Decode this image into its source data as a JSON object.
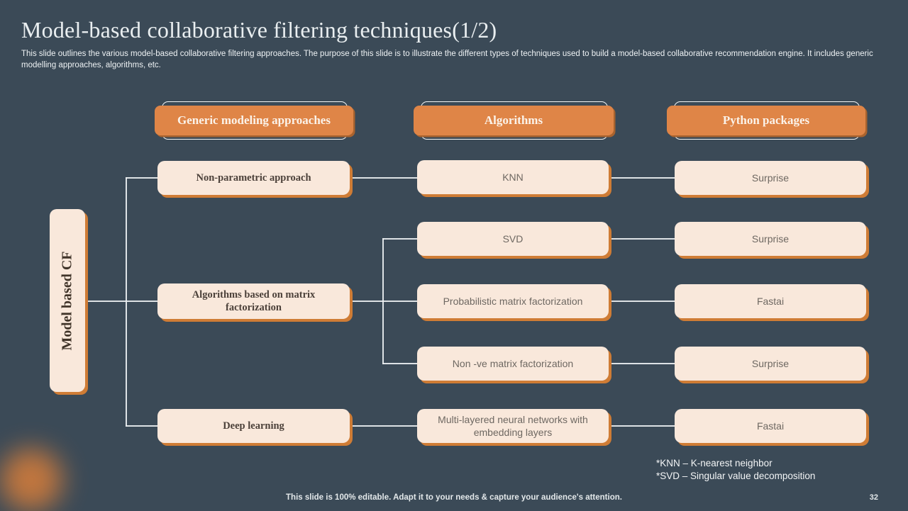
{
  "slide": {
    "title": "Model-based collaborative filtering techniques(1/2)",
    "subtitle": "This slide outlines the various model-based collaborative filtering approaches. The purpose of this slide is to illustrate the different types  of techniques used to build a model-based collaborative recommendation engine. It includes generic modelling approaches, algorithms, etc.",
    "footer_note": "This slide is 100% editable. Adapt it to your needs & capture your audience's attention.",
    "page_number": "32",
    "footnotes": {
      "knn": "*KNN  – K-nearest neighbor",
      "svd": "*SVD – Singular value decomposition"
    }
  },
  "diagram": {
    "root_label": "Model based CF",
    "headers": {
      "col1": "Generic modeling approaches",
      "col2": "Algorithms",
      "col3": "Python packages"
    },
    "generic_approaches": {
      "row1": "Non-parametric approach",
      "row2": "Algorithms based on matrix factorization",
      "row3": "Deep learning"
    },
    "algorithms": {
      "knn": "KNN",
      "svd": "SVD",
      "pmf": "Probabilistic matrix factorization",
      "nmf": "Non -ve matrix factorization",
      "dl": "Multi-layered  neural networks with embedding layers"
    },
    "python_packages": {
      "p1": "Surprise",
      "p2": "Surprise",
      "p3": "Fastai",
      "p4": "Surprise",
      "p5": "Fastai"
    }
  },
  "colors": {
    "background": "#3b4a57",
    "accent_orange": "#df8547",
    "node_fill": "#f9e8db",
    "node_shadow": "#cf7c35",
    "connector": "#eceff1"
  }
}
